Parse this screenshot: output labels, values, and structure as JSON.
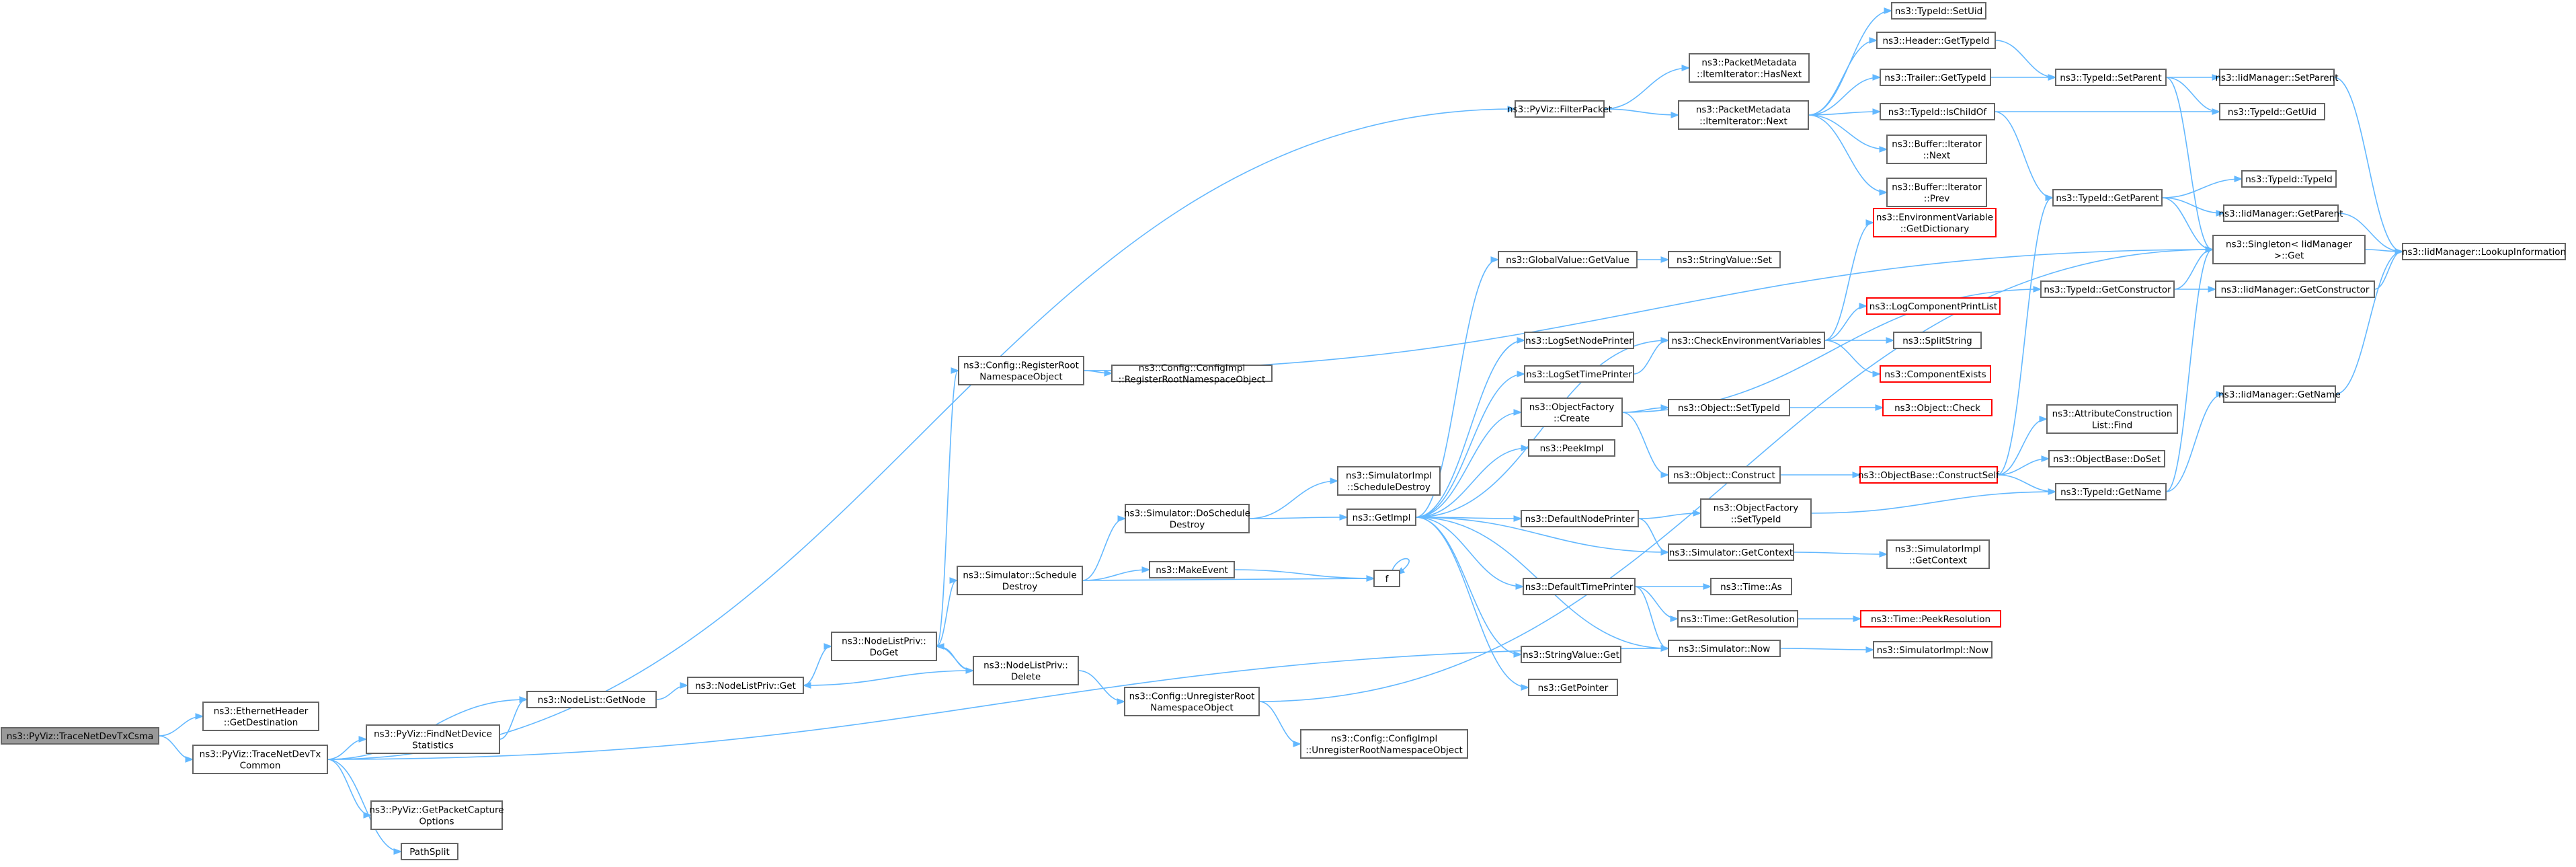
{
  "graph": {
    "nodes": [
      {
        "id": "n0",
        "lines": [
          "ns3::PyViz::TraceNetDevTxCsma"
        ],
        "style": "root"
      },
      {
        "id": "n1",
        "lines": [
          "ns3::EthernetHeader",
          "::GetDestination"
        ]
      },
      {
        "id": "n2",
        "lines": [
          "ns3::PyViz::TraceNetDevTx",
          "Common"
        ]
      },
      {
        "id": "n3",
        "lines": [
          "ns3::PyViz::FilterPacket"
        ]
      },
      {
        "id": "n4",
        "lines": [
          "ns3::PyViz::FindNetDevice",
          "Statistics"
        ]
      },
      {
        "id": "n5",
        "lines": [
          "ns3::PyViz::GetPacketCapture",
          "Options"
        ]
      },
      {
        "id": "n6",
        "lines": [
          "ns3::NodeList::GetNode"
        ]
      },
      {
        "id": "n7",
        "lines": [
          "ns3::Simulator::Now"
        ]
      },
      {
        "id": "n8",
        "lines": [
          "PathSplit"
        ]
      },
      {
        "id": "n9",
        "lines": [
          "ns3::PacketMetadata",
          "::ItemIterator::HasNext"
        ]
      },
      {
        "id": "n10",
        "lines": [
          "ns3::PacketMetadata",
          "::ItemIterator::Next"
        ]
      },
      {
        "id": "n11",
        "lines": [
          "ns3::TypeId::SetUid"
        ]
      },
      {
        "id": "n12",
        "lines": [
          "ns3::Header::GetTypeId"
        ]
      },
      {
        "id": "n13",
        "lines": [
          "ns3::Trailer::GetTypeId"
        ]
      },
      {
        "id": "n14",
        "lines": [
          "ns3::TypeId::IsChildOf"
        ]
      },
      {
        "id": "n15",
        "lines": [
          "ns3::Buffer::Iterator",
          "::Next"
        ]
      },
      {
        "id": "n16",
        "lines": [
          "ns3::Buffer::Iterator",
          "::Prev"
        ]
      },
      {
        "id": "n17",
        "lines": [
          "ns3::TypeId::SetParent"
        ]
      },
      {
        "id": "n18",
        "lines": [
          "ns3::IidManager::SetParent"
        ]
      },
      {
        "id": "n19",
        "lines": [
          "ns3::TypeId::GetUid"
        ]
      },
      {
        "id": "n20",
        "lines": [
          "ns3::Singleton< IidManager",
          ">::Get"
        ]
      },
      {
        "id": "n21",
        "lines": [
          "ns3::TypeId::GetParent"
        ]
      },
      {
        "id": "n22",
        "lines": [
          "ns3::TypeId::TypeId"
        ]
      },
      {
        "id": "n23",
        "lines": [
          "ns3::IidManager::GetParent"
        ]
      },
      {
        "id": "n24",
        "lines": [
          "ns3::IidManager::LookupInformation"
        ]
      },
      {
        "id": "n25",
        "lines": [
          "ns3::NodeListPriv::Get"
        ]
      },
      {
        "id": "n26",
        "lines": [
          "ns3::NodeListPriv::",
          "DoGet"
        ]
      },
      {
        "id": "n27",
        "lines": [
          "ns3::Config::RegisterRoot",
          "NamespaceObject"
        ]
      },
      {
        "id": "n28",
        "lines": [
          "ns3::Simulator::Schedule",
          "Destroy"
        ]
      },
      {
        "id": "n29",
        "lines": [
          "ns3::Config::ConfigImpl",
          "::RegisterRootNamespaceObject"
        ]
      },
      {
        "id": "n30",
        "lines": [
          "ns3::Simulator::DoSchedule",
          "Destroy"
        ]
      },
      {
        "id": "n31",
        "lines": [
          "ns3::MakeEvent"
        ]
      },
      {
        "id": "n32",
        "lines": [
          "f"
        ]
      },
      {
        "id": "n33",
        "lines": [
          "ns3::NodeListPriv::",
          "Delete"
        ]
      },
      {
        "id": "n34",
        "lines": [
          "ns3::Config::UnregisterRoot",
          "NamespaceObject"
        ]
      },
      {
        "id": "n35",
        "lines": [
          "ns3::Config::ConfigImpl",
          "::UnregisterRootNamespaceObject"
        ]
      },
      {
        "id": "n36",
        "lines": [
          "ns3::SimulatorImpl",
          "::ScheduleDestroy"
        ]
      },
      {
        "id": "n37",
        "lines": [
          "ns3::GetImpl"
        ]
      },
      {
        "id": "n38",
        "lines": [
          "ns3::GlobalValue::GetValue"
        ]
      },
      {
        "id": "n39",
        "lines": [
          "ns3::LogSetNodePrinter"
        ]
      },
      {
        "id": "n40",
        "lines": [
          "ns3::LogSetTimePrinter"
        ]
      },
      {
        "id": "n41",
        "lines": [
          "ns3::ObjectFactory",
          "::Create"
        ]
      },
      {
        "id": "n42",
        "lines": [
          "ns3::PeekImpl"
        ]
      },
      {
        "id": "n43",
        "lines": [
          "ns3::DefaultNodePrinter"
        ]
      },
      {
        "id": "n44",
        "lines": [
          "ns3::DefaultTimePrinter"
        ]
      },
      {
        "id": "n45",
        "lines": [
          "ns3::StringValue::Get"
        ]
      },
      {
        "id": "n46",
        "lines": [
          "ns3::GetPointer"
        ]
      },
      {
        "id": "n47",
        "lines": [
          "ns3::StringValue::Set"
        ]
      },
      {
        "id": "n48",
        "lines": [
          "ns3::CheckEnvironmentVariables"
        ]
      },
      {
        "id": "n49",
        "lines": [
          "ns3::EnvironmentVariable",
          "::GetDictionary"
        ],
        "style": "red"
      },
      {
        "id": "n50",
        "lines": [
          "ns3::LogComponentPrintList"
        ],
        "style": "red"
      },
      {
        "id": "n51",
        "lines": [
          "ns3::SplitString"
        ]
      },
      {
        "id": "n52",
        "lines": [
          "ns3::ComponentExists"
        ],
        "style": "red"
      },
      {
        "id": "n53",
        "lines": [
          "ns3::Object::SetTypeId"
        ]
      },
      {
        "id": "n54",
        "lines": [
          "ns3::Object::Check"
        ],
        "style": "red"
      },
      {
        "id": "n55",
        "lines": [
          "ns3::Object::Construct"
        ]
      },
      {
        "id": "n56",
        "lines": [
          "ns3::ObjectBase::ConstructSelf"
        ],
        "style": "red"
      },
      {
        "id": "n57",
        "lines": [
          "ns3::ObjectFactory",
          "::SetTypeId"
        ]
      },
      {
        "id": "n58",
        "lines": [
          "ns3::Simulator::GetContext"
        ]
      },
      {
        "id": "n59",
        "lines": [
          "ns3::SimulatorImpl",
          "::GetContext"
        ]
      },
      {
        "id": "n60",
        "lines": [
          "ns3::Time::As"
        ]
      },
      {
        "id": "n61",
        "lines": [
          "ns3::Time::GetResolution"
        ]
      },
      {
        "id": "n62",
        "lines": [
          "ns3::Time::PeekResolution"
        ],
        "style": "red"
      },
      {
        "id": "n63",
        "lines": [
          "ns3::SimulatorImpl::Now"
        ]
      },
      {
        "id": "n64",
        "lines": [
          "ns3::TypeId::GetConstructor"
        ]
      },
      {
        "id": "n65",
        "lines": [
          "ns3::IidManager::GetConstructor"
        ]
      },
      {
        "id": "n66",
        "lines": [
          "ns3::AttributeConstruction",
          "List::Find"
        ]
      },
      {
        "id": "n67",
        "lines": [
          "ns3::ObjectBase::DoSet"
        ]
      },
      {
        "id": "n68",
        "lines": [
          "ns3::TypeId::GetName"
        ]
      },
      {
        "id": "n69",
        "lines": [
          "ns3::IidManager::GetName"
        ]
      }
    ],
    "edges": [
      [
        "n0",
        "n1"
      ],
      [
        "n0",
        "n2"
      ],
      [
        "n2",
        "n3"
      ],
      [
        "n2",
        "n4"
      ],
      [
        "n2",
        "n5"
      ],
      [
        "n2",
        "n6"
      ],
      [
        "n2",
        "n7"
      ],
      [
        "n2",
        "n8"
      ],
      [
        "n3",
        "n9"
      ],
      [
        "n3",
        "n10"
      ],
      [
        "n10",
        "n11"
      ],
      [
        "n10",
        "n12"
      ],
      [
        "n10",
        "n13"
      ],
      [
        "n10",
        "n14"
      ],
      [
        "n10",
        "n15"
      ],
      [
        "n10",
        "n16"
      ],
      [
        "n12",
        "n17"
      ],
      [
        "n13",
        "n17"
      ],
      [
        "n14",
        "n19"
      ],
      [
        "n14",
        "n21"
      ],
      [
        "n17",
        "n18"
      ],
      [
        "n17",
        "n19"
      ],
      [
        "n17",
        "n20"
      ],
      [
        "n18",
        "n24"
      ],
      [
        "n21",
        "n22"
      ],
      [
        "n21",
        "n23"
      ],
      [
        "n21",
        "n20"
      ],
      [
        "n23",
        "n24"
      ],
      [
        "n20",
        "n24"
      ],
      [
        "n4",
        "n6"
      ],
      [
        "n6",
        "n25"
      ],
      [
        "n25",
        "n26"
      ],
      [
        "n26",
        "n27"
      ],
      [
        "n26",
        "n28"
      ],
      [
        "n26",
        "n33"
      ],
      [
        "n33",
        "n26"
      ],
      [
        "n33",
        "n25"
      ],
      [
        "n33",
        "n34"
      ],
      [
        "n27",
        "n29"
      ],
      [
        "n27",
        "n20"
      ],
      [
        "n28",
        "n30"
      ],
      [
        "n28",
        "n31"
      ],
      [
        "n28",
        "n32"
      ],
      [
        "n31",
        "n32"
      ],
      [
        "n32",
        "n32"
      ],
      [
        "n30",
        "n36"
      ],
      [
        "n30",
        "n37"
      ],
      [
        "n34",
        "n35"
      ],
      [
        "n34",
        "n20"
      ],
      [
        "n37",
        "n38"
      ],
      [
        "n37",
        "n39"
      ],
      [
        "n37",
        "n40"
      ],
      [
        "n37",
        "n41"
      ],
      [
        "n37",
        "n42"
      ],
      [
        "n37",
        "n43"
      ],
      [
        "n37",
        "n44"
      ],
      [
        "n37",
        "n45"
      ],
      [
        "n37",
        "n46"
      ],
      [
        "n37",
        "n48"
      ],
      [
        "n37",
        "n58"
      ],
      [
        "n37",
        "n7"
      ],
      [
        "n38",
        "n47"
      ],
      [
        "n40",
        "n48"
      ],
      [
        "n48",
        "n49"
      ],
      [
        "n48",
        "n50"
      ],
      [
        "n48",
        "n51"
      ],
      [
        "n48",
        "n52"
      ],
      [
        "n41",
        "n53"
      ],
      [
        "n41",
        "n55"
      ],
      [
        "n41",
        "n64"
      ],
      [
        "n53",
        "n54"
      ],
      [
        "n55",
        "n56"
      ],
      [
        "n56",
        "n66"
      ],
      [
        "n56",
        "n67"
      ],
      [
        "n56",
        "n68"
      ],
      [
        "n56",
        "n21"
      ],
      [
        "n43",
        "n57"
      ],
      [
        "n43",
        "n58"
      ],
      [
        "n57",
        "n68"
      ],
      [
        "n58",
        "n59"
      ],
      [
        "n44",
        "n60"
      ],
      [
        "n44",
        "n61"
      ],
      [
        "n44",
        "n7"
      ],
      [
        "n61",
        "n62"
      ],
      [
        "n7",
        "n63"
      ],
      [
        "n64",
        "n65"
      ],
      [
        "n64",
        "n20"
      ],
      [
        "n65",
        "n24"
      ],
      [
        "n68",
        "n69"
      ],
      [
        "n68",
        "n20"
      ],
      [
        "n69",
        "n24"
      ]
    ]
  }
}
